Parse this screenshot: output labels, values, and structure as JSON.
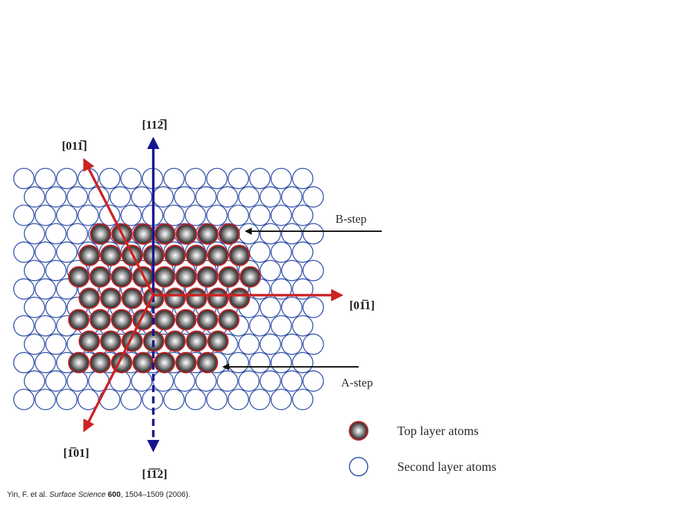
{
  "directions": {
    "up": "[112̅]",
    "upper_left": "[011̅]",
    "right": "[01̅1]",
    "lower_left": "[1̅01]",
    "down": "[1̅1̅2]"
  },
  "steps": {
    "b_step": "B-step",
    "a_step": "A-step"
  },
  "legend": {
    "top": "Top layer atoms",
    "second": "Second layer atoms"
  },
  "citation": {
    "authors": "Yin, F. et al.",
    "journal": "Surface Science",
    "volume": "600",
    "pages": ", 1504–1509 (2006)."
  },
  "colors": {
    "second_layer_stroke": "#2f4fa8",
    "top_atom_rim": "#b8262a",
    "arrow_red": "#cc2222",
    "arrow_blue": "#14148f",
    "arrow_black": "#111111"
  }
}
